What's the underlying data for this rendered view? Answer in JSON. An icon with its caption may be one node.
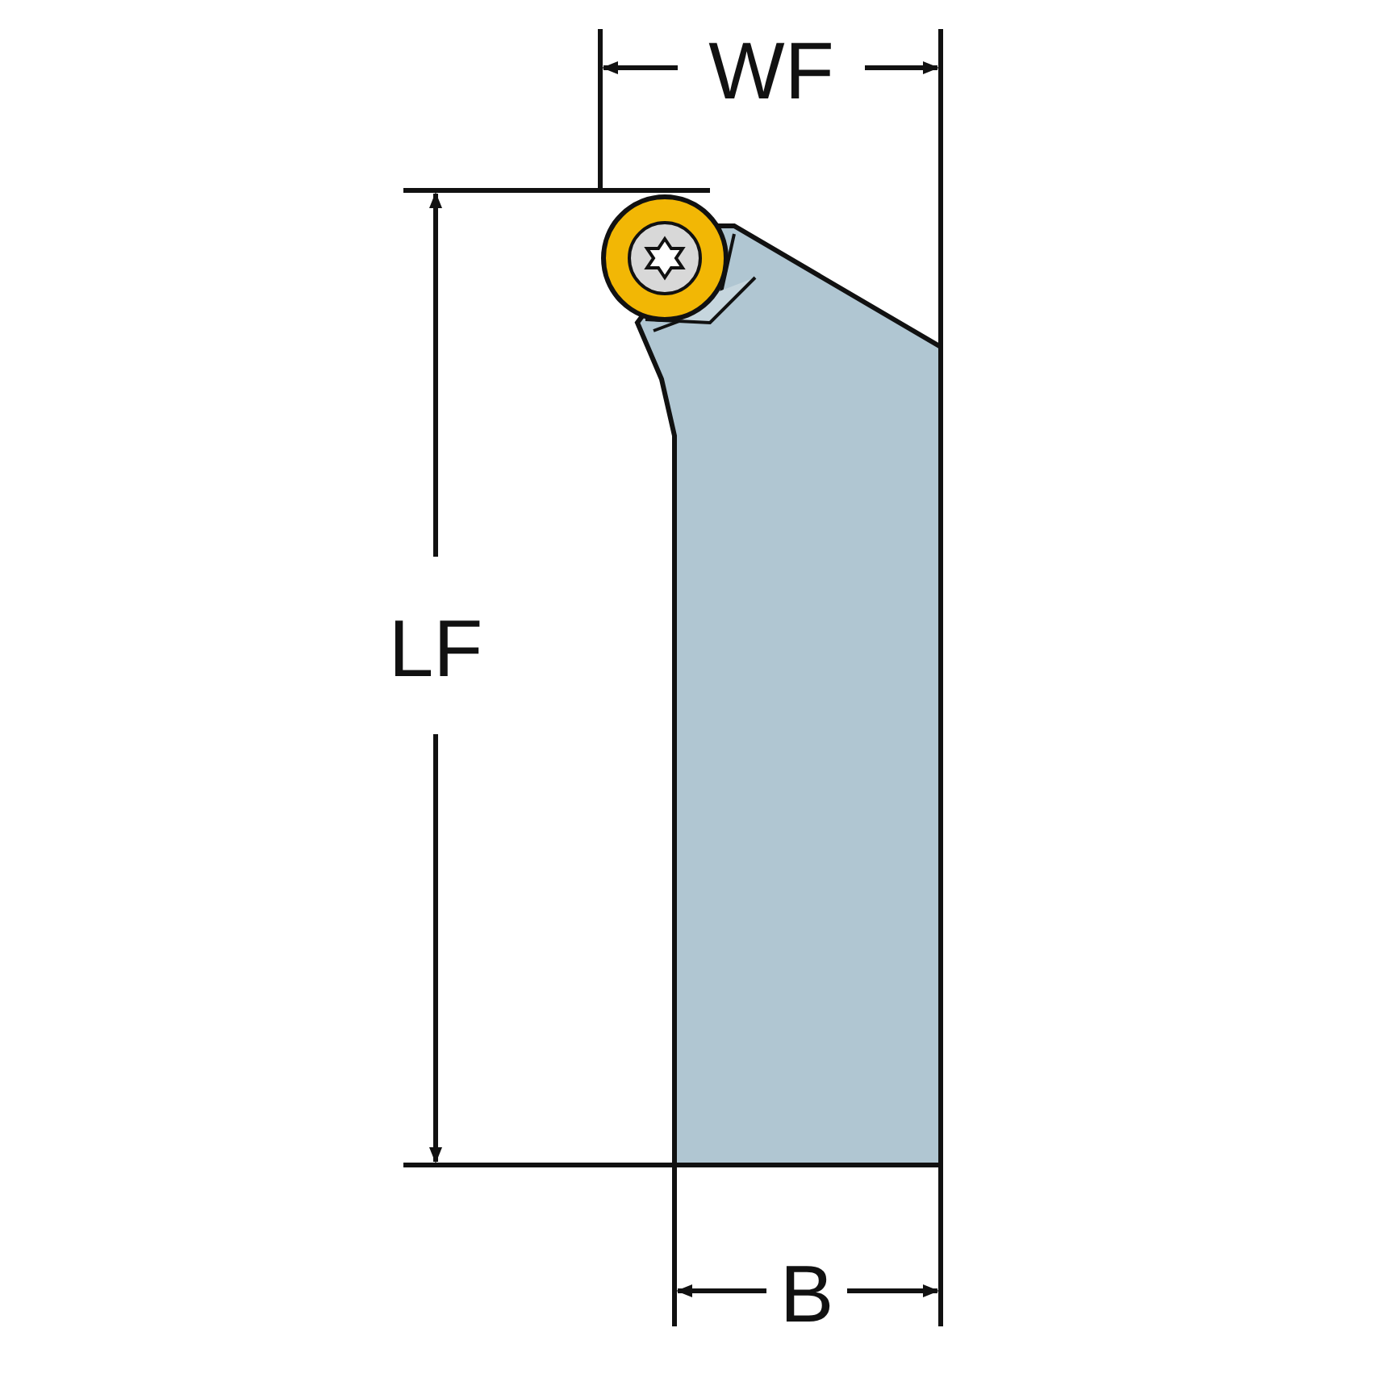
{
  "diagram": {
    "labels": [
      "WF",
      "LF",
      "B"
    ]
  }
}
